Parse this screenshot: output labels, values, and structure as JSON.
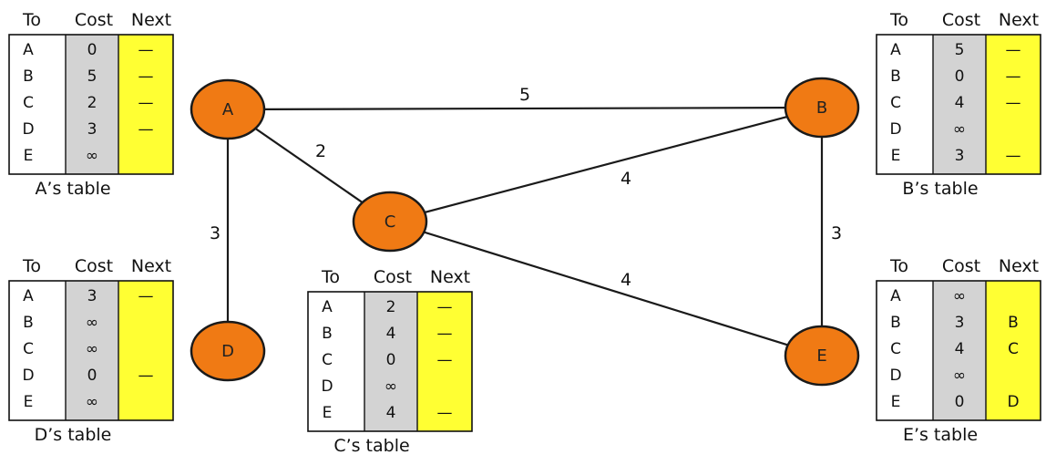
{
  "colors": {
    "node_fill": "#f07a14",
    "node_stroke": "#1a1a1a",
    "cost_column": "#d3d3d3",
    "next_column": "#ffff33",
    "edge": "#1a1a1a"
  },
  "headers": {
    "to": "To",
    "cost": "Cost",
    "next": "Next"
  },
  "nodes": [
    {
      "id": "A",
      "label": "A"
    },
    {
      "id": "B",
      "label": "B"
    },
    {
      "id": "C",
      "label": "C"
    },
    {
      "id": "D",
      "label": "D"
    },
    {
      "id": "E",
      "label": "E"
    }
  ],
  "edges": [
    {
      "from": "A",
      "to": "B",
      "cost": "5"
    },
    {
      "from": "A",
      "to": "C",
      "cost": "2"
    },
    {
      "from": "A",
      "to": "D",
      "cost": "3"
    },
    {
      "from": "C",
      "to": "B",
      "cost": "4"
    },
    {
      "from": "C",
      "to": "E",
      "cost": "4"
    },
    {
      "from": "B",
      "to": "E",
      "cost": "3"
    }
  ],
  "tables": [
    {
      "id": "A",
      "caption": "A’s table",
      "rows": [
        {
          "to": "A",
          "cost": "0",
          "next": "—"
        },
        {
          "to": "B",
          "cost": "5",
          "next": "—"
        },
        {
          "to": "C",
          "cost": "2",
          "next": "—"
        },
        {
          "to": "D",
          "cost": "3",
          "next": "—"
        },
        {
          "to": "E",
          "cost": "∞",
          "next": ""
        }
      ]
    },
    {
      "id": "B",
      "caption": "B’s table",
      "rows": [
        {
          "to": "A",
          "cost": "5",
          "next": "—"
        },
        {
          "to": "B",
          "cost": "0",
          "next": "—"
        },
        {
          "to": "C",
          "cost": "4",
          "next": "—"
        },
        {
          "to": "D",
          "cost": "∞",
          "next": ""
        },
        {
          "to": "E",
          "cost": "3",
          "next": "—"
        }
      ]
    },
    {
      "id": "C",
      "caption": "C’s table",
      "rows": [
        {
          "to": "A",
          "cost": "2",
          "next": "—"
        },
        {
          "to": "B",
          "cost": "4",
          "next": "—"
        },
        {
          "to": "C",
          "cost": "0",
          "next": "—"
        },
        {
          "to": "D",
          "cost": "∞",
          "next": ""
        },
        {
          "to": "E",
          "cost": "4",
          "next": "—"
        }
      ]
    },
    {
      "id": "D",
      "caption": "D’s table",
      "rows": [
        {
          "to": "A",
          "cost": "3",
          "next": "—"
        },
        {
          "to": "B",
          "cost": "∞",
          "next": ""
        },
        {
          "to": "C",
          "cost": "∞",
          "next": ""
        },
        {
          "to": "D",
          "cost": "0",
          "next": "—"
        },
        {
          "to": "E",
          "cost": "∞",
          "next": ""
        }
      ]
    },
    {
      "id": "E",
      "caption": "E’s table",
      "rows": [
        {
          "to": "A",
          "cost": "∞",
          "next": ""
        },
        {
          "to": "B",
          "cost": "3",
          "next": "B"
        },
        {
          "to": "C",
          "cost": "4",
          "next": "C"
        },
        {
          "to": "D",
          "cost": "∞",
          "next": ""
        },
        {
          "to": "E",
          "cost": "0",
          "next": "D"
        }
      ]
    }
  ]
}
